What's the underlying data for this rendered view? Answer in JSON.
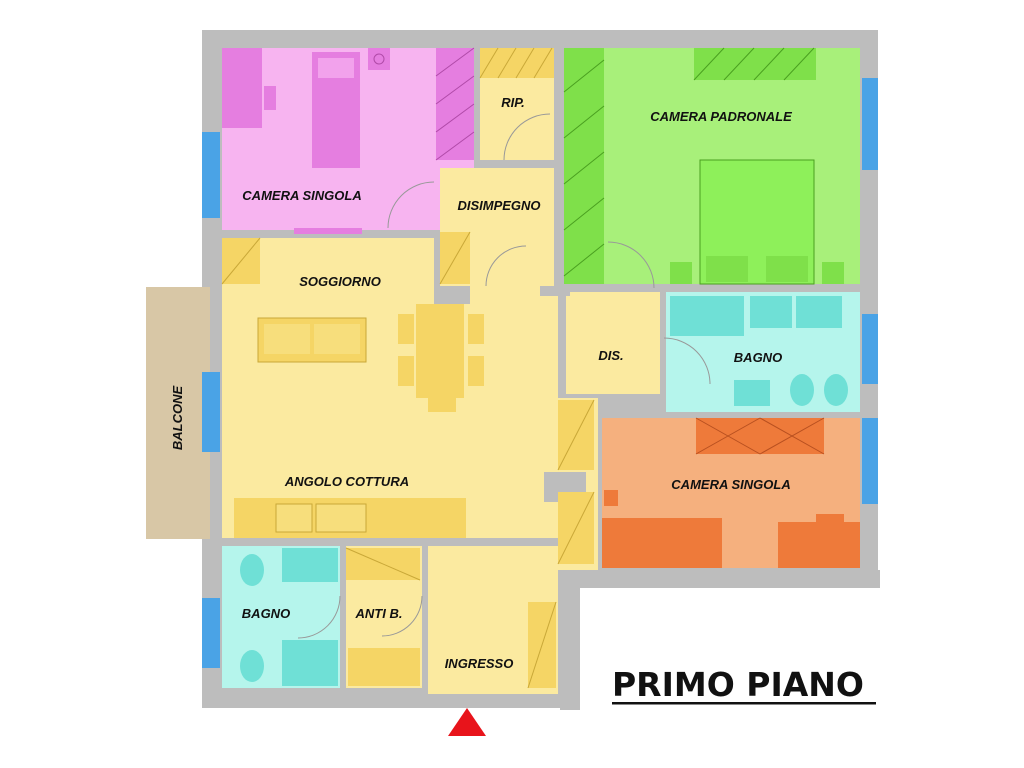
{
  "plan_title": "PRIMO PIANO",
  "colors": {
    "wall": "#bdbdbd",
    "wall_dark": "#9e9e9e",
    "living": "#fbeaa0",
    "furniture_yellow": "#f5d565",
    "pink": "#f7b4f0",
    "pink_furniture": "#e57ee0",
    "green": "#a8f07a",
    "green_furniture": "#7fe04a",
    "cyan": "#b5f5ec",
    "cyan_furniture": "#6fe0d6",
    "orange": "#f5b07e",
    "orange_furniture": "#ee7a3a",
    "balcony": "#d8c7a6",
    "window": "#4aa3e6",
    "entrance_arrow": "#e8141b"
  },
  "icons": {
    "entrance": "entrance-arrow-icon"
  },
  "rooms": {
    "camera_singola_1": "CAMERA SINGOLA",
    "rip": "RIP.",
    "camera_padronale": "CAMERA PADRONALE",
    "disimpegno": "DISIMPEGNO",
    "soggiorno": "SOGGIORNO",
    "dis": "DIS.",
    "bagno_1": "BAGNO",
    "balcone": "BALCONE",
    "angolo_cottura": "ANGOLO COTTURA",
    "camera_singola_2": "CAMERA SINGOLA",
    "bagno_2": "BAGNO",
    "anti_b": "ANTI B.",
    "ingresso": "INGRESSO"
  }
}
